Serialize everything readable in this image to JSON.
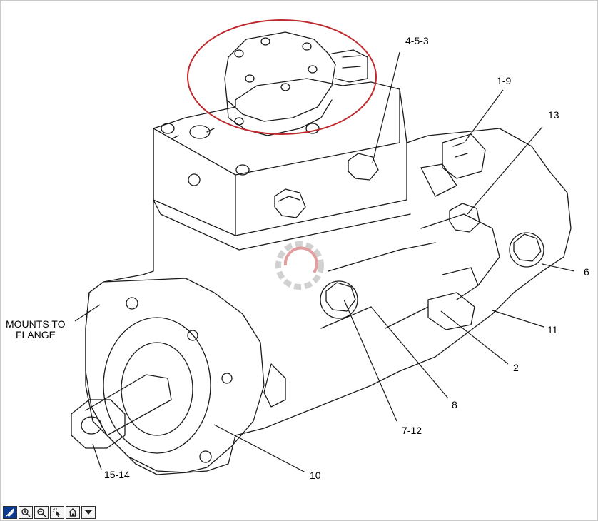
{
  "callouts": {
    "c_453": "4-5-3",
    "c_19": "1-9",
    "c_13": "13",
    "c_6": "6",
    "c_11": "11",
    "c_2": "2",
    "c_8": "8",
    "c_712": "7-12",
    "c_10": "10",
    "c_1514": "15-14",
    "mounts_line1": "MOUNTS TO",
    "mounts_line2": "FLANGE"
  },
  "colors": {
    "line": "#1a1a1a",
    "highlight_ring": "#c0282d",
    "toolbar_active": "#0b3b8f"
  },
  "toolbar": {
    "buttons": [
      "pan-icon",
      "zoom-in-icon",
      "zoom-out-icon",
      "select-icon",
      "home-icon",
      "dropdown-icon"
    ]
  }
}
